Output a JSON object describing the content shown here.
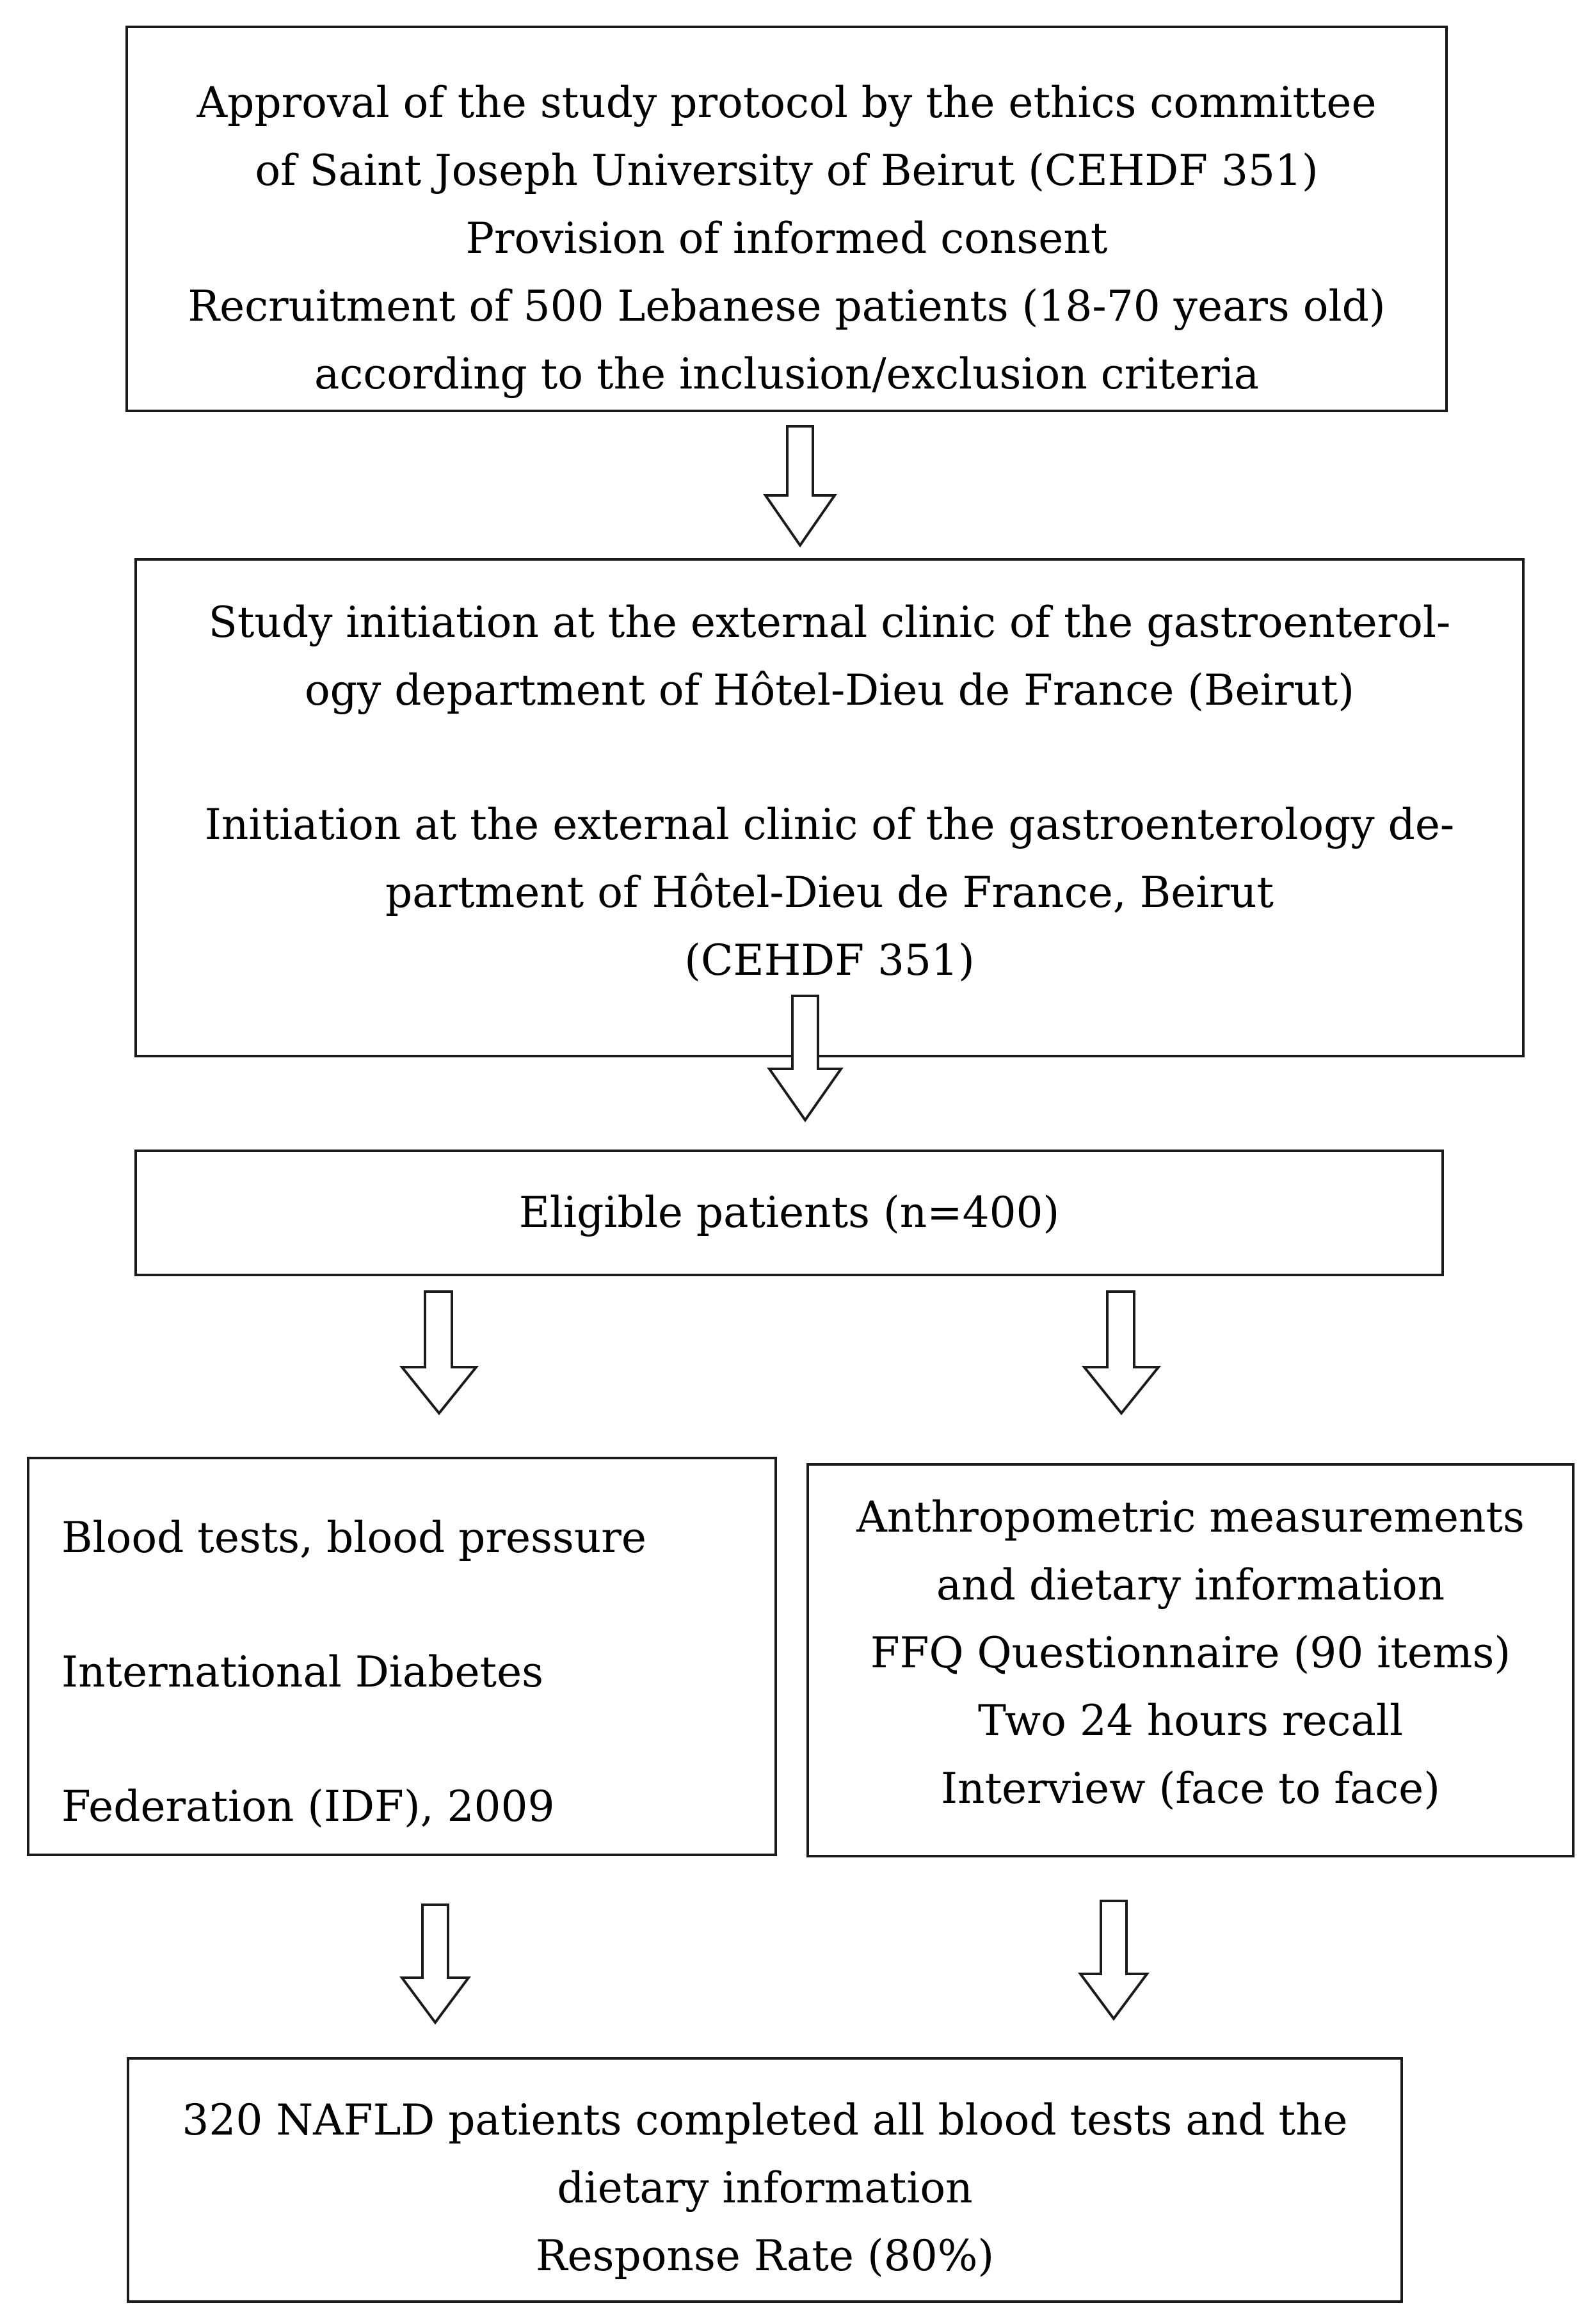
{
  "boxes": {
    "approval": {
      "lines": [
        "Approval of the study protocol by the ethics committee",
        "of Saint Joseph University of Beirut (CEHDF 351)",
        "Provision of informed consent",
        "Recruitment of 500 Lebanese patients (18-70 years old)",
        "according to the inclusion/exclusion criteria"
      ]
    },
    "initiation": {
      "lines": [
        "Study initiation at the external clinic of the gastroenterol-",
        "ogy department of Hôtel-Dieu de France (Beirut)",
        "Initiation at the external clinic of the gastroenterology de-",
        "partment of Hôtel-Dieu de France, Beirut",
        "(CEHDF 351)"
      ]
    },
    "eligible": {
      "text": "Eligible patients (n=400)"
    },
    "blood": {
      "lines": [
        "Blood tests, blood pressure",
        "International Diabetes",
        "Federation (IDF), 2009"
      ]
    },
    "anthropometric": {
      "lines": [
        "Anthropometric measurements",
        "and dietary information",
        "FFQ Questionnaire (90 items)",
        "Two 24 hours recall",
        "Interview (face to face)"
      ]
    },
    "result": {
      "lines": [
        "320 NAFLD patients completed all blood tests and the",
        "dietary information",
        "Response Rate (80%)"
      ]
    }
  }
}
